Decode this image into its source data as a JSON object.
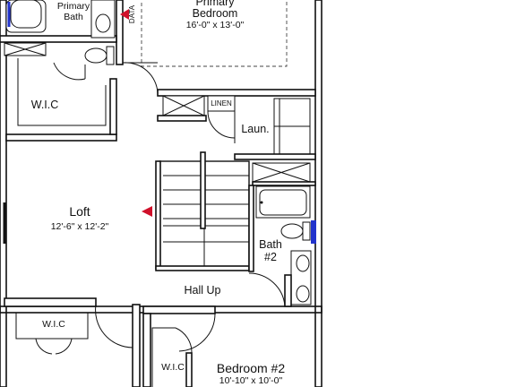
{
  "rooms": {
    "primary_bedroom": {
      "name_line1": "Primary",
      "name_line2": "Bedroom",
      "size": "16'-0\" x 13'-0\""
    },
    "primary_bath": {
      "name_line1": "Primary",
      "name_line2": "Bath"
    },
    "wic_primary": {
      "name": "W.I.C"
    },
    "linen": {
      "name": "LINEN"
    },
    "laundry": {
      "name": "Laun."
    },
    "loft": {
      "name": "Loft",
      "size": "12'-6\" x 12'-2\""
    },
    "bath2": {
      "name_line1": "Bath",
      "name_line2": "#2"
    },
    "hall": {
      "name": "Hall Up"
    },
    "wic_left": {
      "name": "W.I.C"
    },
    "wic_bedroom2": {
      "name": "W.I.C"
    },
    "bedroom2": {
      "name": "Bedroom #2",
      "size": "10'-10\" x 10'-0\""
    }
  },
  "markers": {
    "data_label": "DATA"
  },
  "colors": {
    "wall": "#111111",
    "marker_red": "#d0102a",
    "window_blue": "#2233cc",
    "background": "#ffffff"
  }
}
